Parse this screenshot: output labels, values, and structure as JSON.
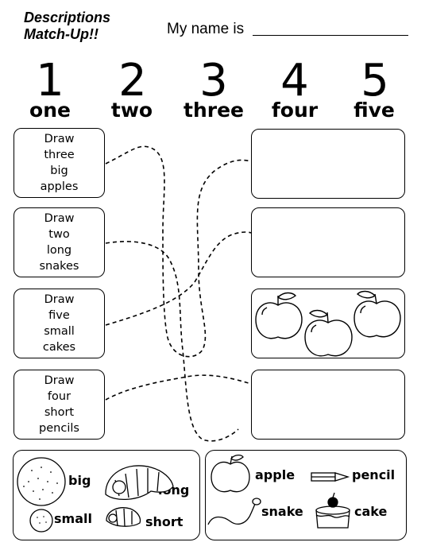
{
  "header": {
    "title_line1": "Descriptions",
    "title_line2": "Match-Up!!",
    "name_label": "My name is"
  },
  "numbers": [
    {
      "digit": "1",
      "word": "one"
    },
    {
      "digit": "2",
      "word": "two"
    },
    {
      "digit": "3",
      "word": "three"
    },
    {
      "digit": "4",
      "word": "four"
    },
    {
      "digit": "5",
      "word": "five"
    }
  ],
  "instructions": [
    {
      "lines": [
        "Draw",
        "three",
        "big",
        "apples"
      ]
    },
    {
      "lines": [
        "Draw",
        "two",
        "long",
        "snakes"
      ]
    },
    {
      "lines": [
        "Draw",
        "five",
        "small",
        "cakes"
      ]
    },
    {
      "lines": [
        "Draw",
        "four",
        "short",
        "pencils"
      ]
    }
  ],
  "drawing_boxes": [
    {
      "content": "empty"
    },
    {
      "content": "empty"
    },
    {
      "content": "three-apples"
    },
    {
      "content": "empty"
    }
  ],
  "key_left": {
    "big": "big",
    "small": "small",
    "long": "long",
    "short": "short"
  },
  "key_right": {
    "apple": "apple",
    "pencil": "pencil",
    "snake": "snake",
    "cake": "cake"
  }
}
